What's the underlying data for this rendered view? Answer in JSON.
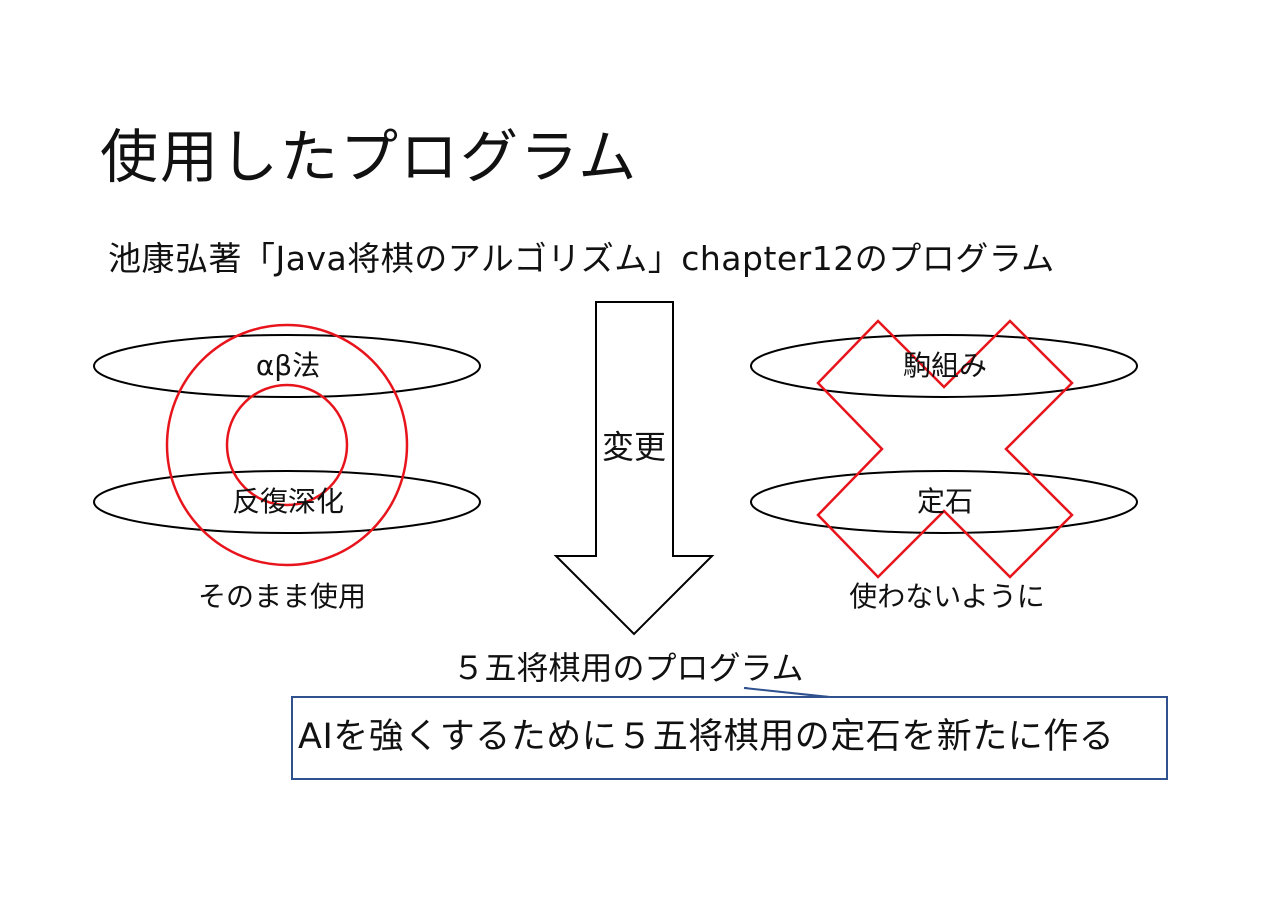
{
  "title": "使用したプログラム",
  "source_program": "池康弘著「Java将棋のアルゴリズム」chapter12のプログラム",
  "left_group": {
    "items": [
      "αβ法",
      "反復深化"
    ],
    "caption": "そのまま使用",
    "mark": "keep-circle"
  },
  "right_group": {
    "items": [
      "駒組み",
      "定石"
    ],
    "caption": "使わないように",
    "mark": "reject-cross"
  },
  "arrow_label": "変更",
  "result_program": "５五将棋用のプログラム",
  "callout": "AIを強くするために５五将棋用の定石を新たに作る",
  "colors": {
    "mark": "#e8141c",
    "callout_border": "#2f528f",
    "outline": "#000000"
  }
}
